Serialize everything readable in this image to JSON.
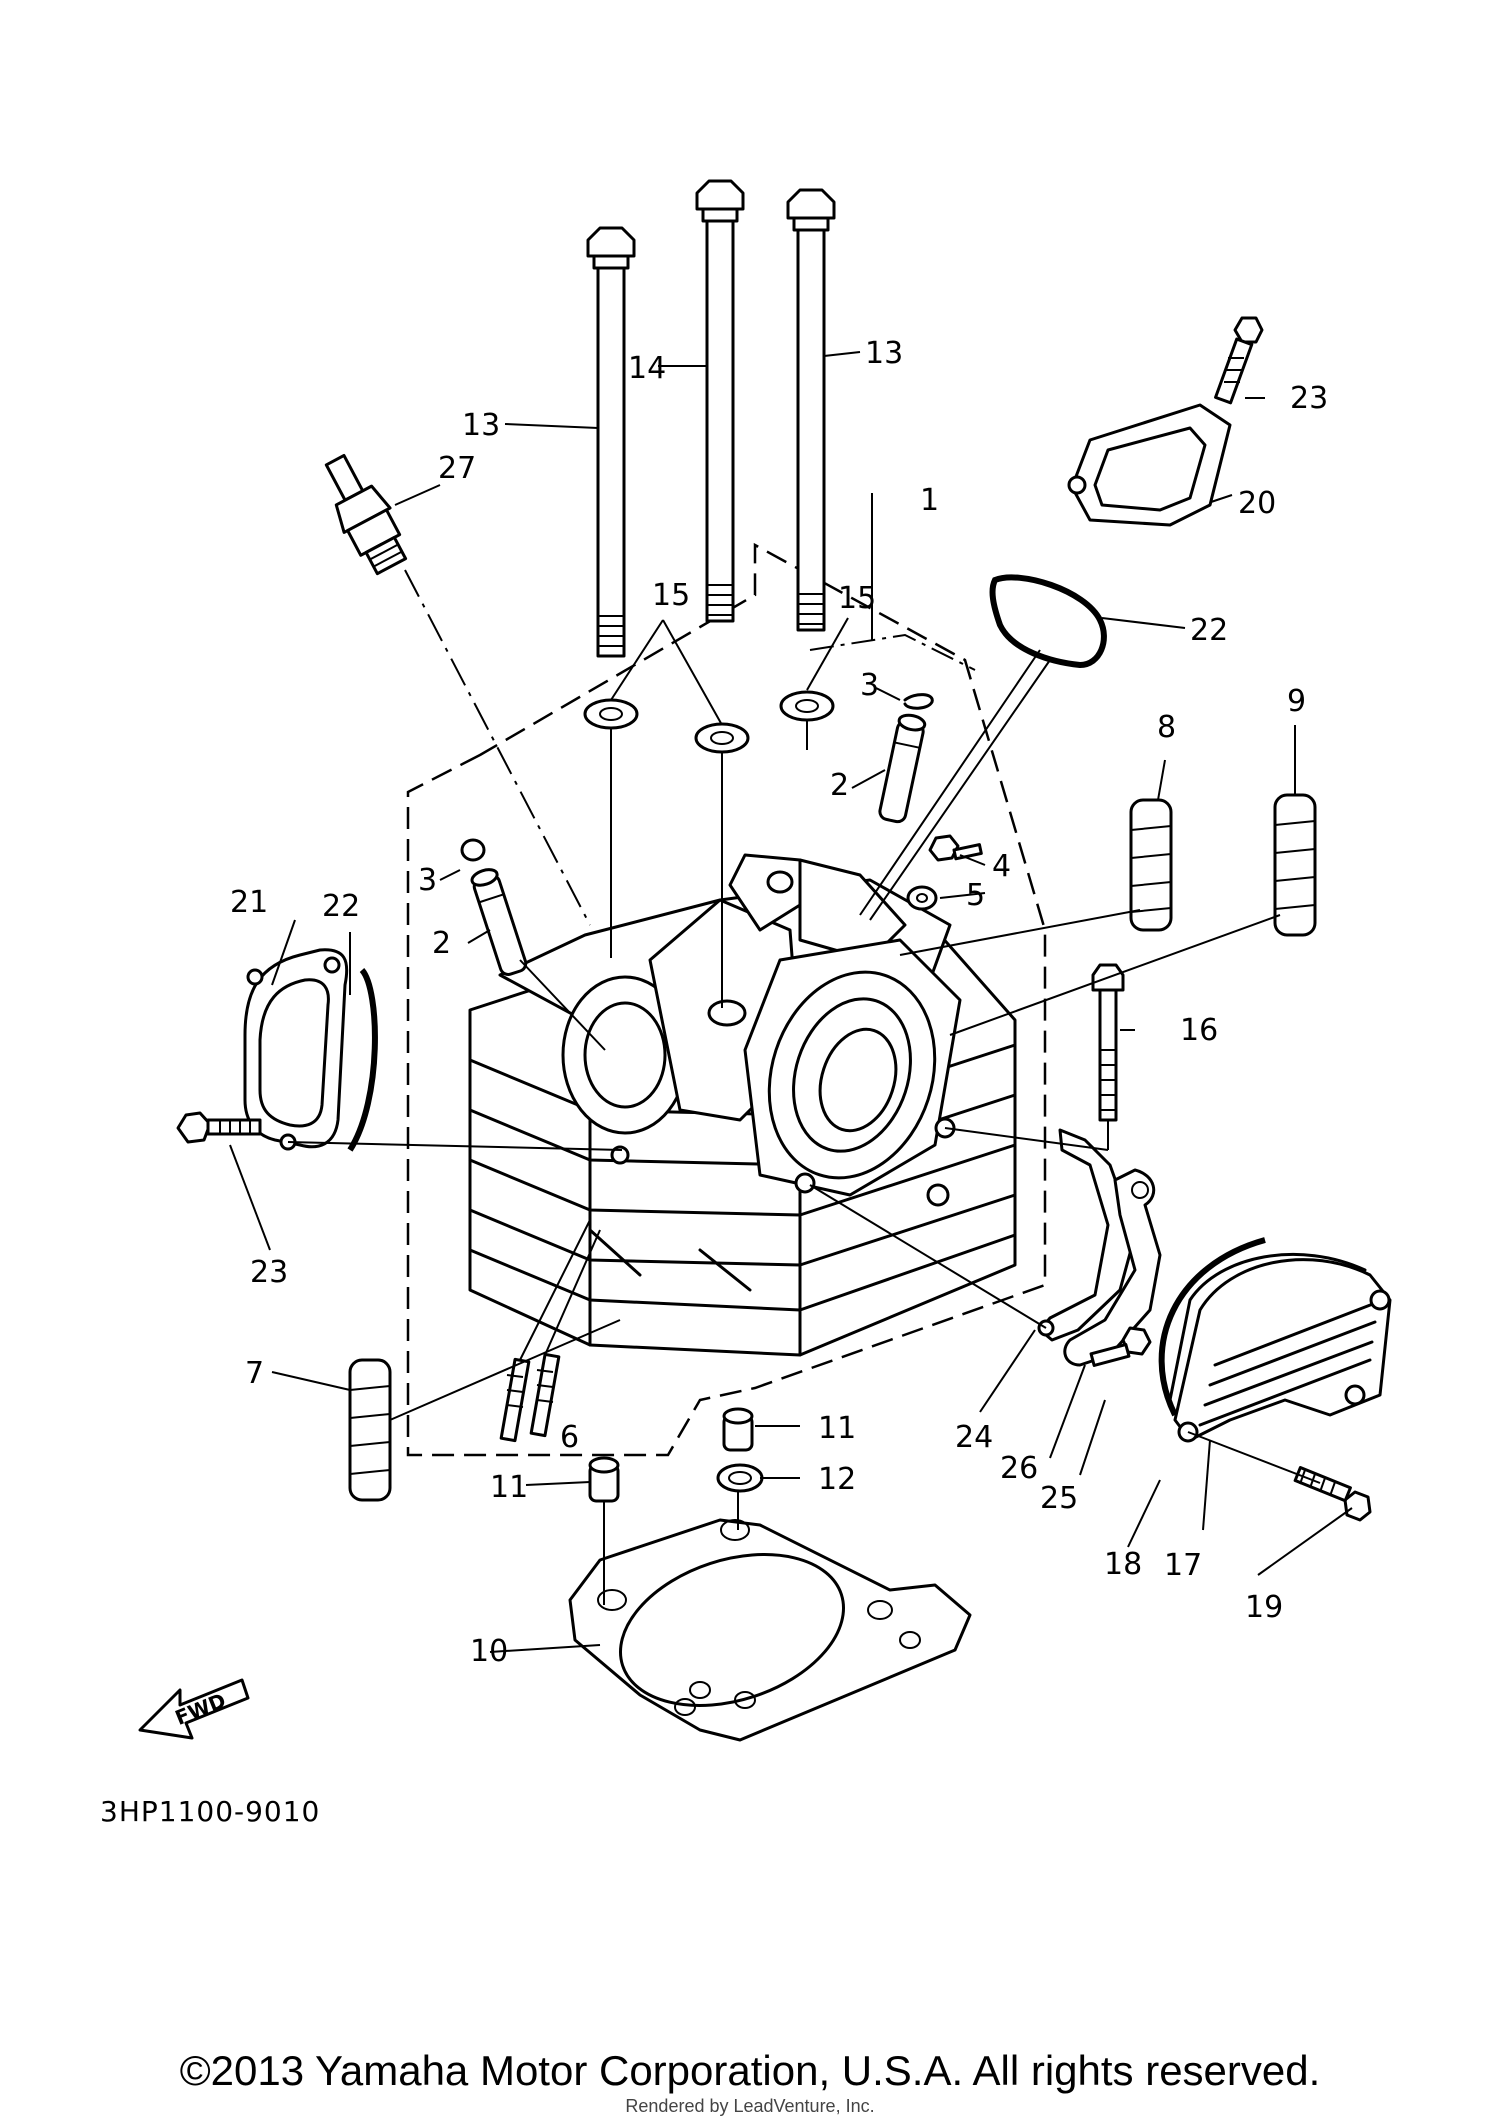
{
  "diagram": {
    "callouts": [
      {
        "id": "c1",
        "text": "1"
      },
      {
        "id": "c2a",
        "text": "2"
      },
      {
        "id": "c2b",
        "text": "2"
      },
      {
        "id": "c3a",
        "text": "3"
      },
      {
        "id": "c3b",
        "text": "3"
      },
      {
        "id": "c4",
        "text": "4"
      },
      {
        "id": "c5",
        "text": "5"
      },
      {
        "id": "c6",
        "text": "6"
      },
      {
        "id": "c7",
        "text": "7"
      },
      {
        "id": "c8",
        "text": "8"
      },
      {
        "id": "c9",
        "text": "9"
      },
      {
        "id": "c10",
        "text": "10"
      },
      {
        "id": "c11a",
        "text": "11"
      },
      {
        "id": "c11b",
        "text": "11"
      },
      {
        "id": "c12",
        "text": "12"
      },
      {
        "id": "c13a",
        "text": "13"
      },
      {
        "id": "c13b",
        "text": "13"
      },
      {
        "id": "c14",
        "text": "14"
      },
      {
        "id": "c15a",
        "text": "15"
      },
      {
        "id": "c15b",
        "text": "15"
      },
      {
        "id": "c16",
        "text": "16"
      },
      {
        "id": "c17",
        "text": "17"
      },
      {
        "id": "c18",
        "text": "18"
      },
      {
        "id": "c19",
        "text": "19"
      },
      {
        "id": "c20",
        "text": "20"
      },
      {
        "id": "c21",
        "text": "21"
      },
      {
        "id": "c22a",
        "text": "22"
      },
      {
        "id": "c22b",
        "text": "22"
      },
      {
        "id": "c23a",
        "text": "23"
      },
      {
        "id": "c23b",
        "text": "23"
      },
      {
        "id": "c24",
        "text": "24"
      },
      {
        "id": "c25",
        "text": "25"
      },
      {
        "id": "c26",
        "text": "26"
      },
      {
        "id": "c27",
        "text": "27"
      }
    ],
    "fwd_label": "FWD",
    "part_number": "3HP1100-9010"
  },
  "footer": {
    "copyright": "©2013 Yamaha Motor Corporation, U.S.A. All rights reserved.",
    "rendered_by": "Rendered by LeadVenture, Inc."
  }
}
